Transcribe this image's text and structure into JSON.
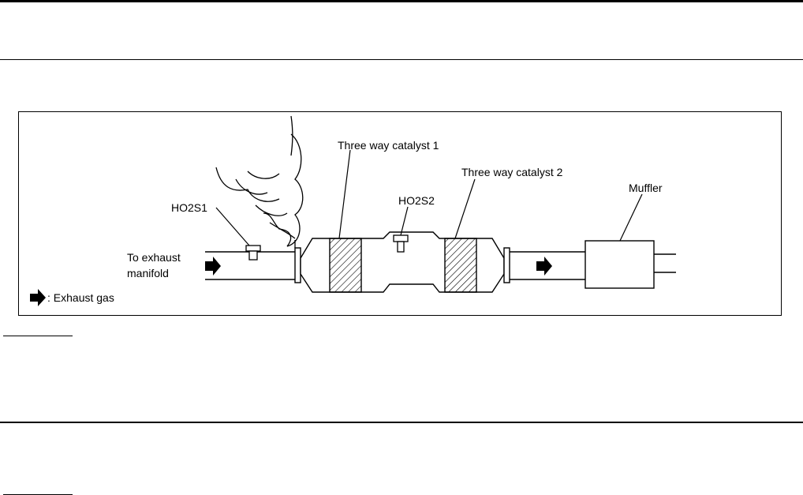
{
  "diagram": {
    "labels": {
      "twc1": "Three way catalyst 1",
      "twc2": "Three way catalyst 2",
      "ho2s1": "HO2S1",
      "ho2s2": "HO2S2",
      "muffler": "Muffler",
      "to_exhaust_1": "To exhaust",
      "to_exhaust_2": "manifold",
      "legend": ": Exhaust gas"
    },
    "icons": [
      "flow-arrow-icon"
    ],
    "colors": {
      "line": "#000000",
      "background": "#ffffff"
    }
  }
}
